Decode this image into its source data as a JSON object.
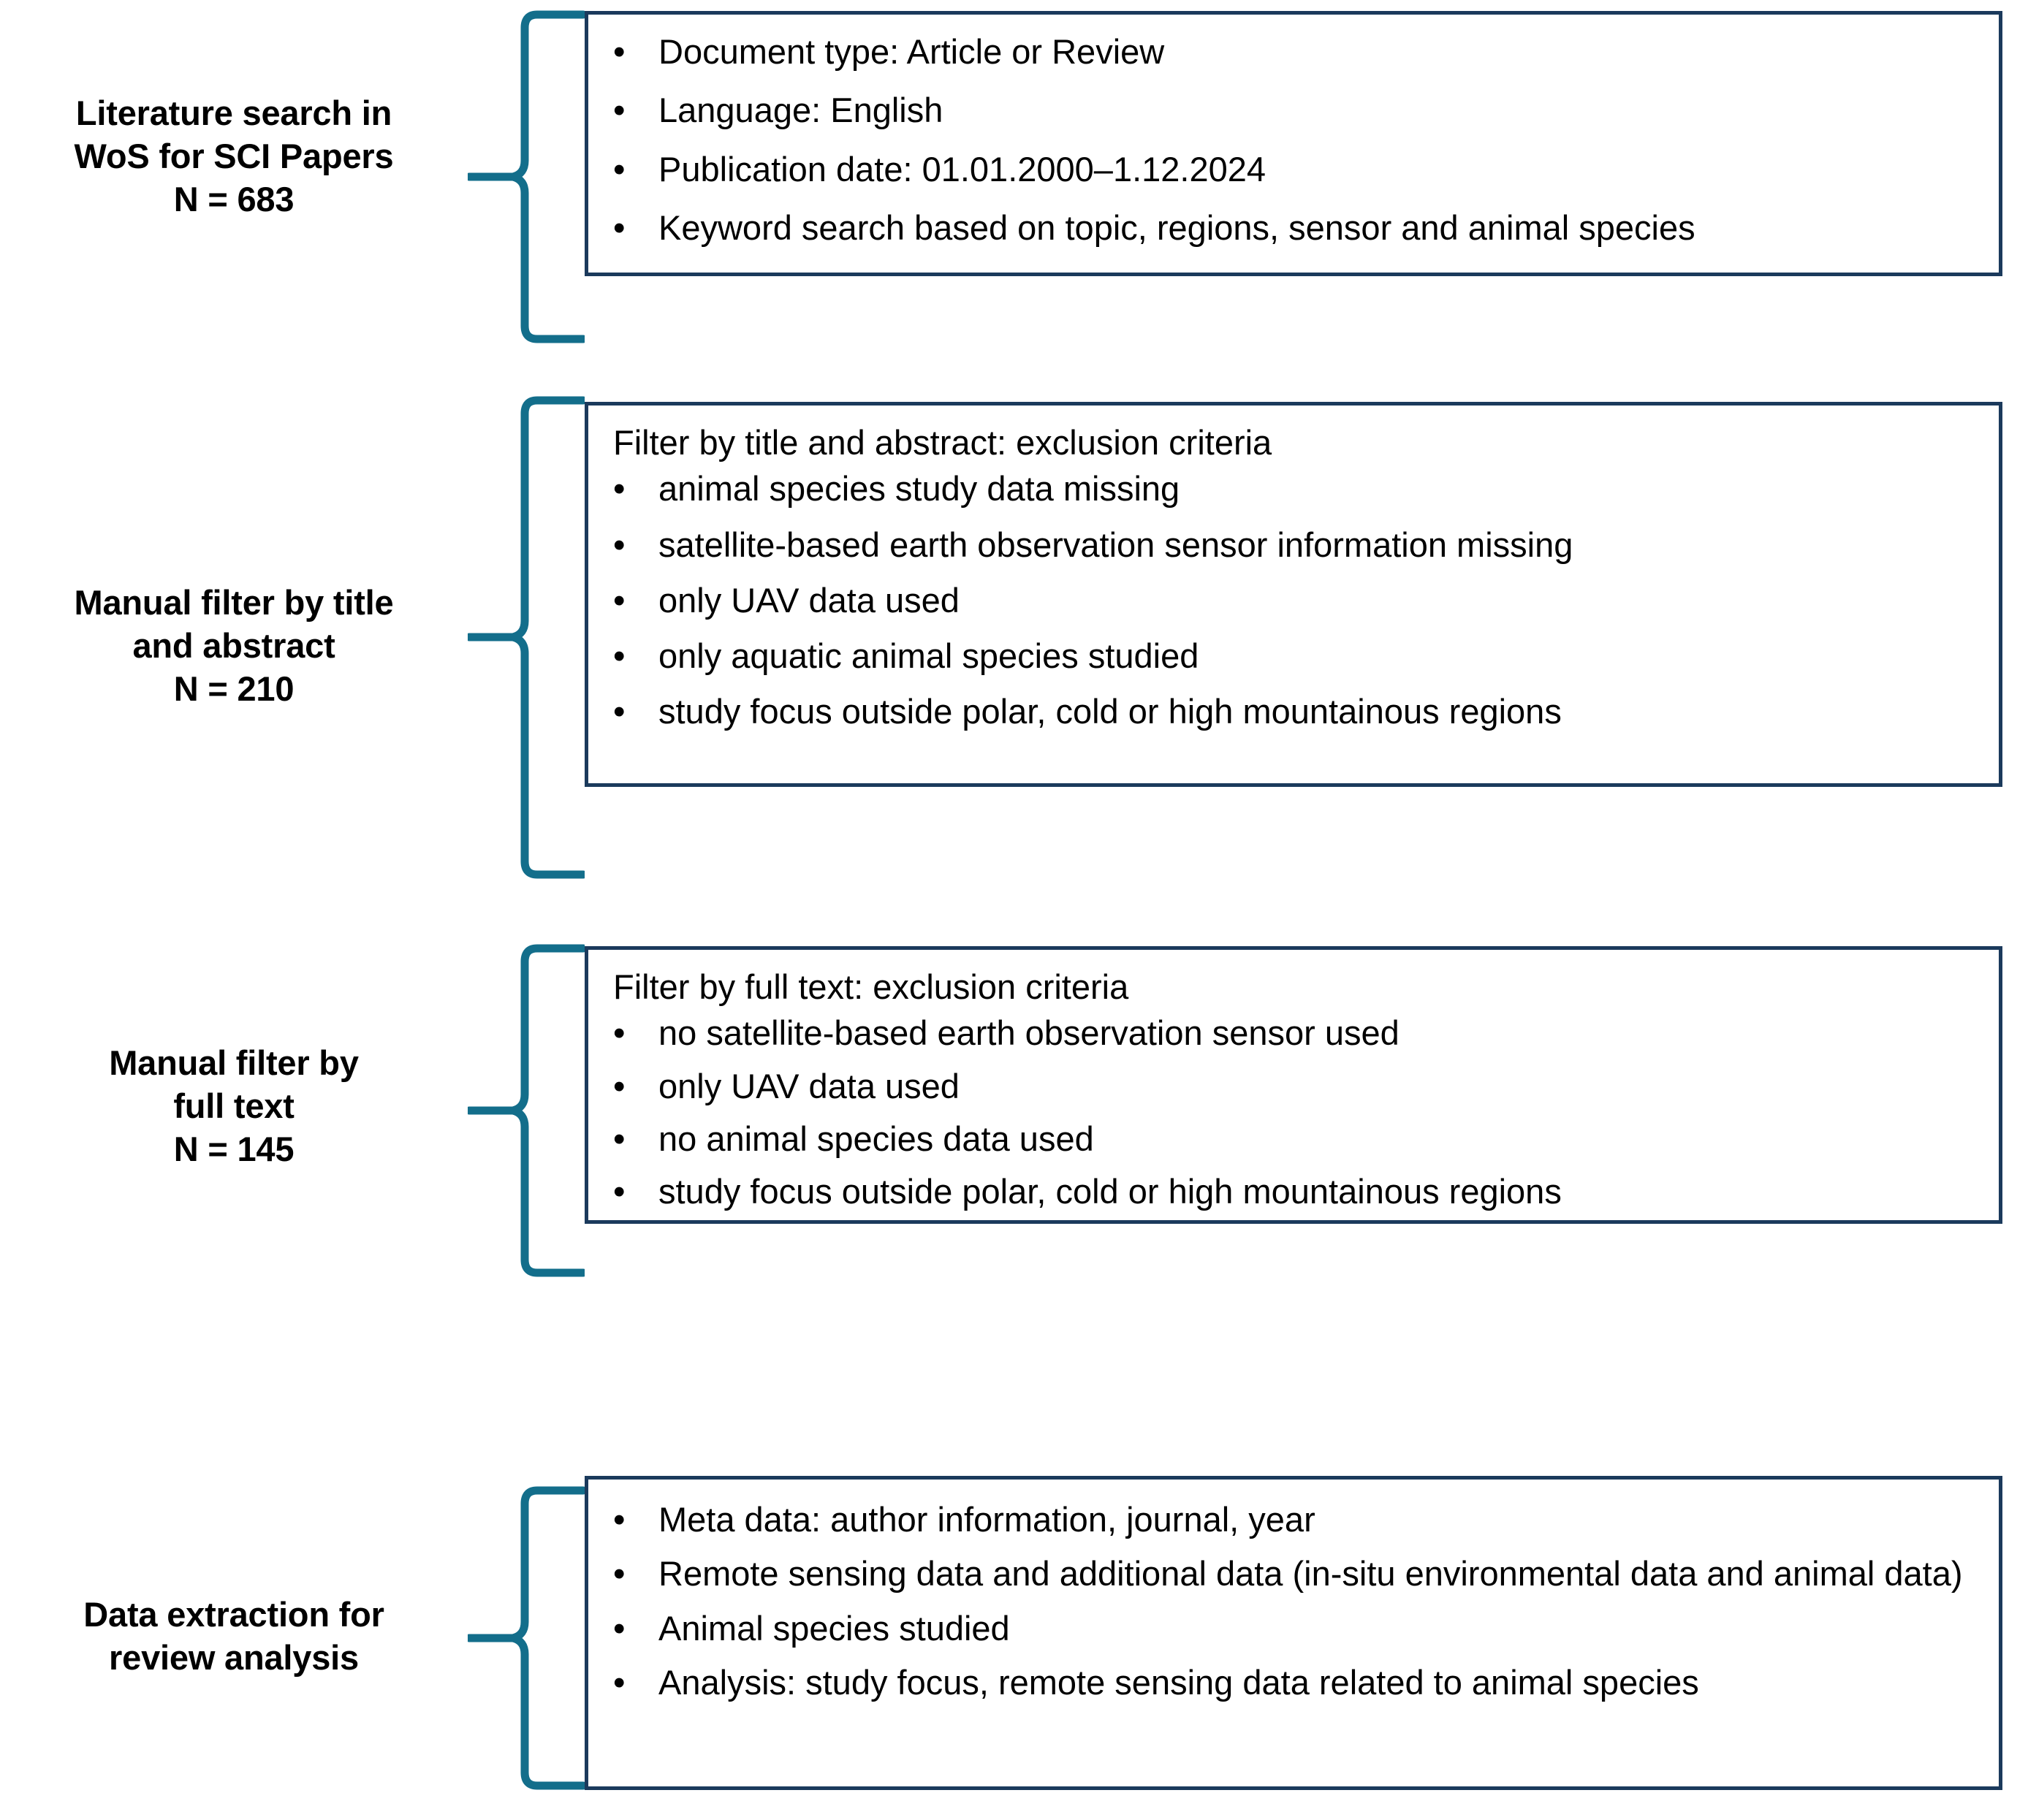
{
  "diagram": {
    "title": "Literature review PRISMA-style selection flow",
    "accent_color": "#136e8b",
    "box_border_color": "#1b3a5c",
    "text_color": "#000000",
    "background_color": "#ffffff",
    "bullet_glyph": "•",
    "brace_icon_name": "curly-brace-connector"
  },
  "stages": [
    {
      "id": "literature-search",
      "label_lines": [
        "Literature search in",
        "WoS for SCI Papers",
        "N = 683"
      ],
      "label_line_1": "Literature search in",
      "label_line_2": "WoS for SCI Papers",
      "label_line_3": "N = 683",
      "count_label": "N = 683",
      "count_value": 683,
      "heading": "",
      "bullets": [
        "Document type: Article or Review",
        "Language: English",
        "Publication date: 01.01.2000–1.12.2024",
        "Keyword search based on topic, regions, sensor and animal species"
      ]
    },
    {
      "id": "manual-filter-title-abstract",
      "label_lines": [
        "Manual filter by title",
        "and abstract",
        "N = 210"
      ],
      "label_line_1": "Manual filter by title",
      "label_line_2": "and abstract",
      "label_line_3": "N = 210",
      "count_label": "N = 210",
      "count_value": 210,
      "heading": "Filter by title and abstract: exclusion criteria",
      "bullets": [
        "animal species study data missing",
        "satellite-based earth observation sensor information missing",
        "only UAV data used",
        "only aquatic animal species studied",
        "study focus outside polar, cold or high mountainous regions"
      ]
    },
    {
      "id": "manual-filter-full-text",
      "label_lines": [
        "Manual filter by",
        "full text",
        "N = 145"
      ],
      "label_line_1": "Manual filter by",
      "label_line_2": "full text",
      "label_line_3": "N = 145",
      "count_label": "N = 145",
      "count_value": 145,
      "heading": "Filter by full text: exclusion criteria",
      "bullets": [
        "no satellite-based earth observation sensor used",
        "only UAV data used",
        "no animal species data used",
        "study focus outside polar, cold or high mountainous regions"
      ]
    },
    {
      "id": "data-extraction",
      "label_lines": [
        "Data extraction for",
        "review analysis"
      ],
      "label_line_1": "Data extraction for",
      "label_line_2": "review analysis",
      "label_line_3": "",
      "count_label": "",
      "heading": "",
      "bullets": [
        "Meta data: author information, journal, year",
        "Remote sensing data and additional data (in-situ environmental data and animal data)",
        "Animal species studied",
        "Analysis: study focus, remote sensing data related to animal species"
      ]
    }
  ]
}
